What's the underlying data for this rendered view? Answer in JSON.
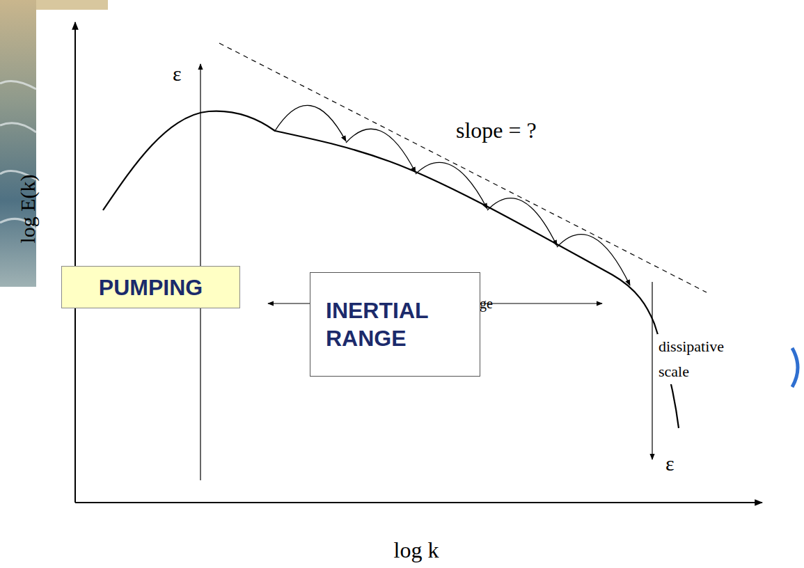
{
  "diagram": {
    "nodes": [
      {
        "text": [
          "PUMPING"
        ]
      },
      {
        "text": [
          "INERTIAL RANGE"
        ]
      }
    ],
    "labels": [
      "log E(k)",
      "log k",
      "ε",
      "slope = ?",
      "ge",
      "dissipative scale",
      "ε"
    ]
  }
}
